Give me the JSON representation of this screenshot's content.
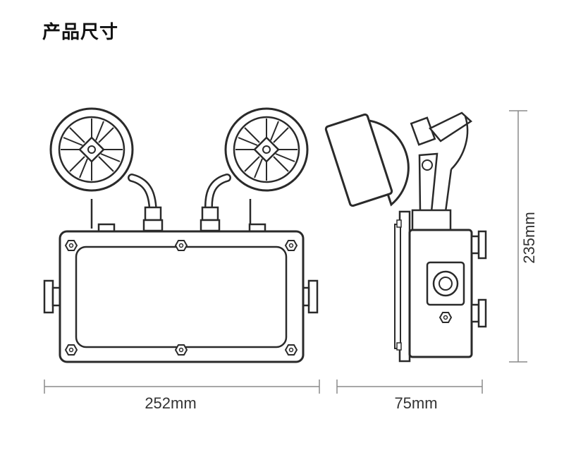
{
  "title": "产品尺寸",
  "dimensions": {
    "width": "252mm",
    "depth": "75mm",
    "height": "235mm"
  },
  "colors": {
    "line": "#2a2a2a",
    "dimension_line": "#8a8a8a",
    "text": "#333333"
  }
}
